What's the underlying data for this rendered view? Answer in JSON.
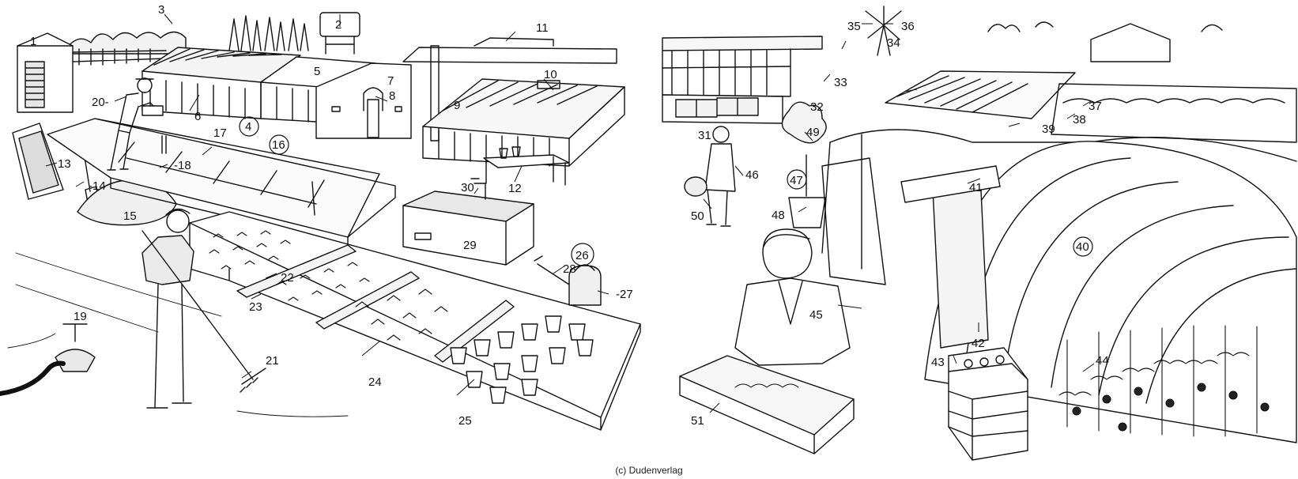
{
  "copyright": "(c) Dudenverlag",
  "labels": {
    "l1": "1",
    "l2": "2",
    "l3": "3",
    "l4": "4",
    "l5": "5",
    "l6": "6",
    "l7": "7",
    "l8": "8",
    "l9": "9",
    "l10": "10",
    "l11": "11",
    "l12": "12",
    "l13": "13",
    "l14": "-14",
    "l15": "15",
    "l16": "16",
    "l17": "17",
    "l18": "-18",
    "l19": "19",
    "l20": "20-",
    "l21": "21",
    "l22": "22",
    "l23": "23",
    "l24": "24",
    "l25": "25",
    "l26": "26",
    "l27": "-27",
    "l28": "28",
    "l29": "29",
    "l30": "30",
    "l31": "31",
    "l32": "32",
    "l33": "33",
    "l34": "34",
    "l35": "35",
    "l36": "36",
    "l37": "37",
    "l38": "38",
    "l39": "39",
    "l40": "40",
    "l41": "41",
    "l42": "42",
    "l43": "43",
    "l44": "44",
    "l45": "45",
    "l46": "46",
    "l47": "47",
    "l48": "48",
    "l49": "49",
    "l50": "50",
    "l51": "51"
  }
}
